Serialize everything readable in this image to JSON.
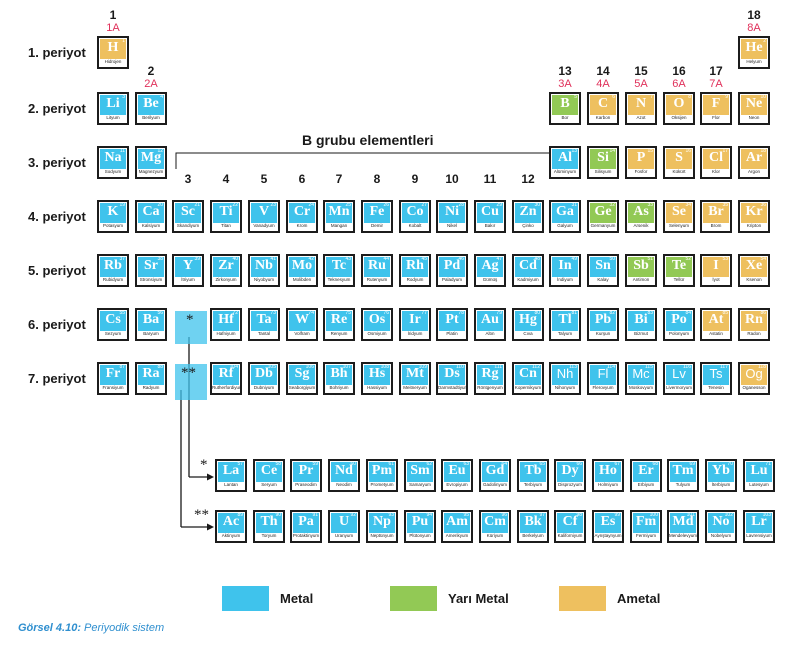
{
  "colors": {
    "metal": "#3fc3ec",
    "metalloid": "#92c955",
    "nonmetal": "#eec05f"
  },
  "periods": [
    "1. periyot",
    "2. periyot",
    "3. periyot",
    "4. periyot",
    "5. periyot",
    "6. periyot",
    "7. periyot"
  ],
  "groups_a": [
    {
      "col": 1,
      "num": "1",
      "sub": "1A"
    },
    {
      "col": 2,
      "num": "2",
      "sub": "2A"
    },
    {
      "col": 13,
      "num": "13",
      "sub": "3A"
    },
    {
      "col": 14,
      "num": "14",
      "sub": "4A"
    },
    {
      "col": 15,
      "num": "15",
      "sub": "5A"
    },
    {
      "col": 16,
      "num": "16",
      "sub": "6A"
    },
    {
      "col": 17,
      "num": "17",
      "sub": "7A"
    },
    {
      "col": 18,
      "num": "18",
      "sub": "8A"
    }
  ],
  "b_group_title": "B grubu elementleri",
  "b_group_numbers": [
    "3",
    "4",
    "5",
    "6",
    "7",
    "8",
    "9",
    "10",
    "11",
    "12"
  ],
  "lanthanide_marker": "*",
  "actinide_marker": "**",
  "elements": [
    {
      "s": "H",
      "z": 1,
      "n": "Hidrojen",
      "t": "nonmetal",
      "p": 1,
      "g": 1
    },
    {
      "s": "He",
      "z": 2,
      "n": "Helyum",
      "t": "nonmetal",
      "p": 1,
      "g": 18
    },
    {
      "s": "Li",
      "z": 3,
      "n": "Lityum",
      "t": "metal",
      "p": 2,
      "g": 1
    },
    {
      "s": "Be",
      "z": 4,
      "n": "Berilyum",
      "t": "metal",
      "p": 2,
      "g": 2
    },
    {
      "s": "B",
      "z": 5,
      "n": "Bor",
      "t": "metalloid",
      "p": 2,
      "g": 13
    },
    {
      "s": "C",
      "z": 6,
      "n": "Karbon",
      "t": "nonmetal",
      "p": 2,
      "g": 14
    },
    {
      "s": "N",
      "z": 7,
      "n": "Azot",
      "t": "nonmetal",
      "p": 2,
      "g": 15
    },
    {
      "s": "O",
      "z": 8,
      "n": "Oksijen",
      "t": "nonmetal",
      "p": 2,
      "g": 16
    },
    {
      "s": "F",
      "z": 9,
      "n": "Flor",
      "t": "nonmetal",
      "p": 2,
      "g": 17
    },
    {
      "s": "Ne",
      "z": 10,
      "n": "Neon",
      "t": "nonmetal",
      "p": 2,
      "g": 18
    },
    {
      "s": "Na",
      "z": 11,
      "n": "Sodyum",
      "t": "metal",
      "p": 3,
      "g": 1
    },
    {
      "s": "Mg",
      "z": 12,
      "n": "Magnezyum",
      "t": "metal",
      "p": 3,
      "g": 2
    },
    {
      "s": "Al",
      "z": 13,
      "n": "Alüminyum",
      "t": "metal",
      "p": 3,
      "g": 13
    },
    {
      "s": "Si",
      "z": 14,
      "n": "Silisyum",
      "t": "metalloid",
      "p": 3,
      "g": 14
    },
    {
      "s": "P",
      "z": 15,
      "n": "Fosfor",
      "t": "nonmetal",
      "p": 3,
      "g": 15
    },
    {
      "s": "S",
      "z": 16,
      "n": "Kükürt",
      "t": "nonmetal",
      "p": 3,
      "g": 16
    },
    {
      "s": "Cl",
      "z": 17,
      "n": "Klor",
      "t": "nonmetal",
      "p": 3,
      "g": 17
    },
    {
      "s": "Ar",
      "z": 18,
      "n": "Argon",
      "t": "nonmetal",
      "p": 3,
      "g": 18
    },
    {
      "s": "K",
      "z": 19,
      "n": "Potasyum",
      "t": "metal",
      "p": 4,
      "g": 1
    },
    {
      "s": "Ca",
      "z": 20,
      "n": "Kalsiyum",
      "t": "metal",
      "p": 4,
      "g": 2
    },
    {
      "s": "Sc",
      "z": 21,
      "n": "Skandiyum",
      "t": "metal",
      "p": 4,
      "g": 3
    },
    {
      "s": "Ti",
      "z": 22,
      "n": "Titan",
      "t": "metal",
      "p": 4,
      "g": 4
    },
    {
      "s": "V",
      "z": 23,
      "n": "Vanadyum",
      "t": "metal",
      "p": 4,
      "g": 5
    },
    {
      "s": "Cr",
      "z": 24,
      "n": "Krom",
      "t": "metal",
      "p": 4,
      "g": 6
    },
    {
      "s": "Mn",
      "z": 25,
      "n": "Mangan",
      "t": "metal",
      "p": 4,
      "g": 7
    },
    {
      "s": "Fe",
      "z": 26,
      "n": "Demir",
      "t": "metal",
      "p": 4,
      "g": 8
    },
    {
      "s": "Co",
      "z": 27,
      "n": "Kobalt",
      "t": "metal",
      "p": 4,
      "g": 9
    },
    {
      "s": "Ni",
      "z": 28,
      "n": "Nikel",
      "t": "metal",
      "p": 4,
      "g": 10
    },
    {
      "s": "Cu",
      "z": 29,
      "n": "Bakır",
      "t": "metal",
      "p": 4,
      "g": 11
    },
    {
      "s": "Zn",
      "z": 30,
      "n": "Çinko",
      "t": "metal",
      "p": 4,
      "g": 12
    },
    {
      "s": "Ga",
      "z": 31,
      "n": "Galyum",
      "t": "metal",
      "p": 4,
      "g": 13
    },
    {
      "s": "Ge",
      "z": 32,
      "n": "Germanyum",
      "t": "metalloid",
      "p": 4,
      "g": 14
    },
    {
      "s": "As",
      "z": 33,
      "n": "Arsenik",
      "t": "metalloid",
      "p": 4,
      "g": 15
    },
    {
      "s": "Se",
      "z": 34,
      "n": "Selenyum",
      "t": "nonmetal",
      "p": 4,
      "g": 16
    },
    {
      "s": "Br",
      "z": 35,
      "n": "Brom",
      "t": "nonmetal",
      "p": 4,
      "g": 17
    },
    {
      "s": "Kr",
      "z": 36,
      "n": "Kripton",
      "t": "nonmetal",
      "p": 4,
      "g": 18
    },
    {
      "s": "Rb",
      "z": 37,
      "n": "Rubidyum",
      "t": "metal",
      "p": 5,
      "g": 1
    },
    {
      "s": "Sr",
      "z": 38,
      "n": "Stronsiyum",
      "t": "metal",
      "p": 5,
      "g": 2
    },
    {
      "s": "Y",
      "z": 39,
      "n": "İtriyum",
      "t": "metal",
      "p": 5,
      "g": 3
    },
    {
      "s": "Zr",
      "z": 40,
      "n": "Zirkonyum",
      "t": "metal",
      "p": 5,
      "g": 4
    },
    {
      "s": "Nb",
      "z": 41,
      "n": "Niyobyum",
      "t": "metal",
      "p": 5,
      "g": 5
    },
    {
      "s": "Mo",
      "z": 42,
      "n": "Molibden",
      "t": "metal",
      "p": 5,
      "g": 6
    },
    {
      "s": "Tc",
      "z": 43,
      "n": "Teknesyum",
      "t": "metal",
      "p": 5,
      "g": 7
    },
    {
      "s": "Ru",
      "z": 44,
      "n": "Rutenyum",
      "t": "metal",
      "p": 5,
      "g": 8
    },
    {
      "s": "Rh",
      "z": 45,
      "n": "Rodyum",
      "t": "metal",
      "p": 5,
      "g": 9
    },
    {
      "s": "Pd",
      "z": 46,
      "n": "Paladyum",
      "t": "metal",
      "p": 5,
      "g": 10
    },
    {
      "s": "Ag",
      "z": 47,
      "n": "Gümüş",
      "t": "metal",
      "p": 5,
      "g": 11
    },
    {
      "s": "Cd",
      "z": 48,
      "n": "Kadmiyum",
      "t": "metal",
      "p": 5,
      "g": 12
    },
    {
      "s": "In",
      "z": 49,
      "n": "İndiyum",
      "t": "metal",
      "p": 5,
      "g": 13
    },
    {
      "s": "Sn",
      "z": 50,
      "n": "Kalay",
      "t": "metal",
      "p": 5,
      "g": 14
    },
    {
      "s": "Sb",
      "z": 51,
      "n": "Antimon",
      "t": "metalloid",
      "p": 5,
      "g": 15
    },
    {
      "s": "Te",
      "z": 52,
      "n": "Tellür",
      "t": "metalloid",
      "p": 5,
      "g": 16
    },
    {
      "s": "I",
      "z": 53,
      "n": "İyot",
      "t": "nonmetal",
      "p": 5,
      "g": 17
    },
    {
      "s": "Xe",
      "z": 54,
      "n": "Ksenon",
      "t": "nonmetal",
      "p": 5,
      "g": 18
    },
    {
      "s": "Cs",
      "z": 55,
      "n": "Sezyum",
      "t": "metal",
      "p": 6,
      "g": 1
    },
    {
      "s": "Ba",
      "z": 56,
      "n": "Baryum",
      "t": "metal",
      "p": 6,
      "g": 2
    },
    {
      "s": "Hf",
      "z": 72,
      "n": "Hafniyum",
      "t": "metal",
      "p": 6,
      "g": 4
    },
    {
      "s": "Ta",
      "z": 73,
      "n": "Tantal",
      "t": "metal",
      "p": 6,
      "g": 5
    },
    {
      "s": "W",
      "z": 74,
      "n": "Volfram",
      "t": "metal",
      "p": 6,
      "g": 6
    },
    {
      "s": "Re",
      "z": 75,
      "n": "Renyum",
      "t": "metal",
      "p": 6,
      "g": 7
    },
    {
      "s": "Os",
      "z": 76,
      "n": "Osmiyum",
      "t": "metal",
      "p": 6,
      "g": 8
    },
    {
      "s": "Ir",
      "z": 77,
      "n": "İridyum",
      "t": "metal",
      "p": 6,
      "g": 9
    },
    {
      "s": "Pt",
      "z": 78,
      "n": "Platin",
      "t": "metal",
      "p": 6,
      "g": 10
    },
    {
      "s": "Au",
      "z": 79,
      "n": "Altın",
      "t": "metal",
      "p": 6,
      "g": 11
    },
    {
      "s": "Hg",
      "z": 80,
      "n": "Cıva",
      "t": "metal",
      "p": 6,
      "g": 12
    },
    {
      "s": "Tl",
      "z": 81,
      "n": "Talyum",
      "t": "metal",
      "p": 6,
      "g": 13
    },
    {
      "s": "Pb",
      "z": 82,
      "n": "Kurşun",
      "t": "metal",
      "p": 6,
      "g": 14
    },
    {
      "s": "Bi",
      "z": 83,
      "n": "Bizmut",
      "t": "metal",
      "p": 6,
      "g": 15
    },
    {
      "s": "Po",
      "z": 84,
      "n": "Polonyum",
      "t": "metal",
      "p": 6,
      "g": 16
    },
    {
      "s": "At",
      "z": 85,
      "n": "Astatin",
      "t": "nonmetal",
      "p": 6,
      "g": 17
    },
    {
      "s": "Rn",
      "z": 86,
      "n": "Radon",
      "t": "nonmetal",
      "p": 6,
      "g": 18
    },
    {
      "s": "Fr",
      "z": 87,
      "n": "Fransiyum",
      "t": "metal",
      "p": 7,
      "g": 1
    },
    {
      "s": "Ra",
      "z": 88,
      "n": "Radyum",
      "t": "metal",
      "p": 7,
      "g": 2
    },
    {
      "s": "Rf",
      "z": 104,
      "n": "Rutherfordiyum",
      "t": "metal",
      "p": 7,
      "g": 4
    },
    {
      "s": "Db",
      "z": 105,
      "n": "Dubniyum",
      "t": "metal",
      "p": 7,
      "g": 5
    },
    {
      "s": "Sg",
      "z": 106,
      "n": "Seaborgiyum",
      "t": "metal",
      "p": 7,
      "g": 6
    },
    {
      "s": "Bh",
      "z": 107,
      "n": "Bohriyum",
      "t": "metal",
      "p": 7,
      "g": 7
    },
    {
      "s": "Hs",
      "z": 108,
      "n": "Hassiyum",
      "t": "metal",
      "p": 7,
      "g": 8
    },
    {
      "s": "Mt",
      "z": 109,
      "n": "Meitneryum",
      "t": "metal",
      "p": 7,
      "g": 9
    },
    {
      "s": "Ds",
      "z": 110,
      "n": "Darmstadtiyum",
      "t": "metal",
      "p": 7,
      "g": 10
    },
    {
      "s": "Rg",
      "z": 111,
      "n": "Röntgenyum",
      "t": "metal",
      "p": 7,
      "g": 11
    },
    {
      "s": "Cn",
      "z": 112,
      "n": "Kopernikyum",
      "t": "metal",
      "p": 7,
      "g": 12
    },
    {
      "s": "Nh",
      "z": 113,
      "n": "Nihonyum",
      "t": "metal",
      "p": 7,
      "g": 13,
      "sans": true
    },
    {
      "s": "Fl",
      "z": 114,
      "n": "Flerovyum",
      "t": "metal",
      "p": 7,
      "g": 14,
      "sans": true
    },
    {
      "s": "Mc",
      "z": 115,
      "n": "Moskovyum",
      "t": "metal",
      "p": 7,
      "g": 15,
      "sans": true
    },
    {
      "s": "Lv",
      "z": 116,
      "n": "Livermoryum",
      "t": "metal",
      "p": 7,
      "g": 16,
      "sans": true
    },
    {
      "s": "Ts",
      "z": 117,
      "n": "Tenesin",
      "t": "metal",
      "p": 7,
      "g": 17,
      "sans": true
    },
    {
      "s": "Og",
      "z": 118,
      "n": "Oganesson",
      "t": "nonmetal",
      "p": 7,
      "g": 18,
      "sans": true
    }
  ],
  "lanthanides": [
    {
      "s": "La",
      "z": 57,
      "n": "Lantan",
      "t": "metal"
    },
    {
      "s": "Ce",
      "z": 58,
      "n": "Seryum",
      "t": "metal"
    },
    {
      "s": "Pr",
      "z": 59,
      "n": "Praseodim",
      "t": "metal"
    },
    {
      "s": "Nd",
      "z": 60,
      "n": "Neodim",
      "t": "metal"
    },
    {
      "s": "Pm",
      "z": 61,
      "n": "Prometyum",
      "t": "metal"
    },
    {
      "s": "Sm",
      "z": 62,
      "n": "Samaryum",
      "t": "metal"
    },
    {
      "s": "Eu",
      "z": 63,
      "n": "Evropiyum",
      "t": "metal"
    },
    {
      "s": "Gd",
      "z": 64,
      "n": "Gadolinyum",
      "t": "metal"
    },
    {
      "s": "Tb",
      "z": 65,
      "n": "Terbiyum",
      "t": "metal"
    },
    {
      "s": "Dy",
      "z": 66,
      "n": "Disprozyum",
      "t": "metal"
    },
    {
      "s": "Ho",
      "z": 67,
      "n": "Holmiyum",
      "t": "metal"
    },
    {
      "s": "Er",
      "z": 68,
      "n": "Erbiyum",
      "t": "metal"
    },
    {
      "s": "Tm",
      "z": 69,
      "n": "Tulyum",
      "t": "metal"
    },
    {
      "s": "Yb",
      "z": 70,
      "n": "İterbiyum",
      "t": "metal"
    },
    {
      "s": "Lu",
      "z": 71,
      "n": "Lutesyum",
      "t": "metal"
    }
  ],
  "actinides": [
    {
      "s": "Ac",
      "z": 89,
      "n": "Aktinyum",
      "t": "metal"
    },
    {
      "s": "Th",
      "z": 90,
      "n": "Toryum",
      "t": "metal"
    },
    {
      "s": "Pa",
      "z": 91,
      "n": "Protaktinyum",
      "t": "metal"
    },
    {
      "s": "U",
      "z": 92,
      "n": "Uranyum",
      "t": "metal"
    },
    {
      "s": "Np",
      "z": 93,
      "n": "Neptünyum",
      "t": "metal"
    },
    {
      "s": "Pu",
      "z": 94,
      "n": "Plütonyum",
      "t": "metal"
    },
    {
      "s": "Am",
      "z": 95,
      "n": "Amerikyum",
      "t": "metal"
    },
    {
      "s": "Cm",
      "z": 96,
      "n": "Küriyum",
      "t": "metal"
    },
    {
      "s": "Bk",
      "z": 97,
      "n": "Berkelyum",
      "t": "metal"
    },
    {
      "s": "Cf",
      "z": 98,
      "n": "Kaliforniyum",
      "t": "metal"
    },
    {
      "s": "Es",
      "z": 99,
      "n": "Aynştaynyum",
      "t": "metal"
    },
    {
      "s": "Fm",
      "z": 100,
      "n": "Fermiyum",
      "t": "metal"
    },
    {
      "s": "Md",
      "z": 101,
      "n": "Mendelevyum",
      "t": "metal"
    },
    {
      "s": "No",
      "z": 102,
      "n": "Nobelyum",
      "t": "metal"
    },
    {
      "s": "Lr",
      "z": 103,
      "n": "Lavrensiyum",
      "t": "metal"
    }
  ],
  "legend": [
    {
      "label": "Metal",
      "type": "metal"
    },
    {
      "label": "Yarı Metal",
      "type": "metalloid"
    },
    {
      "label": "Ametal",
      "type": "nonmetal"
    }
  ],
  "caption": {
    "label": "Görsel 4.10:",
    "text": " Periyodik sistem"
  }
}
